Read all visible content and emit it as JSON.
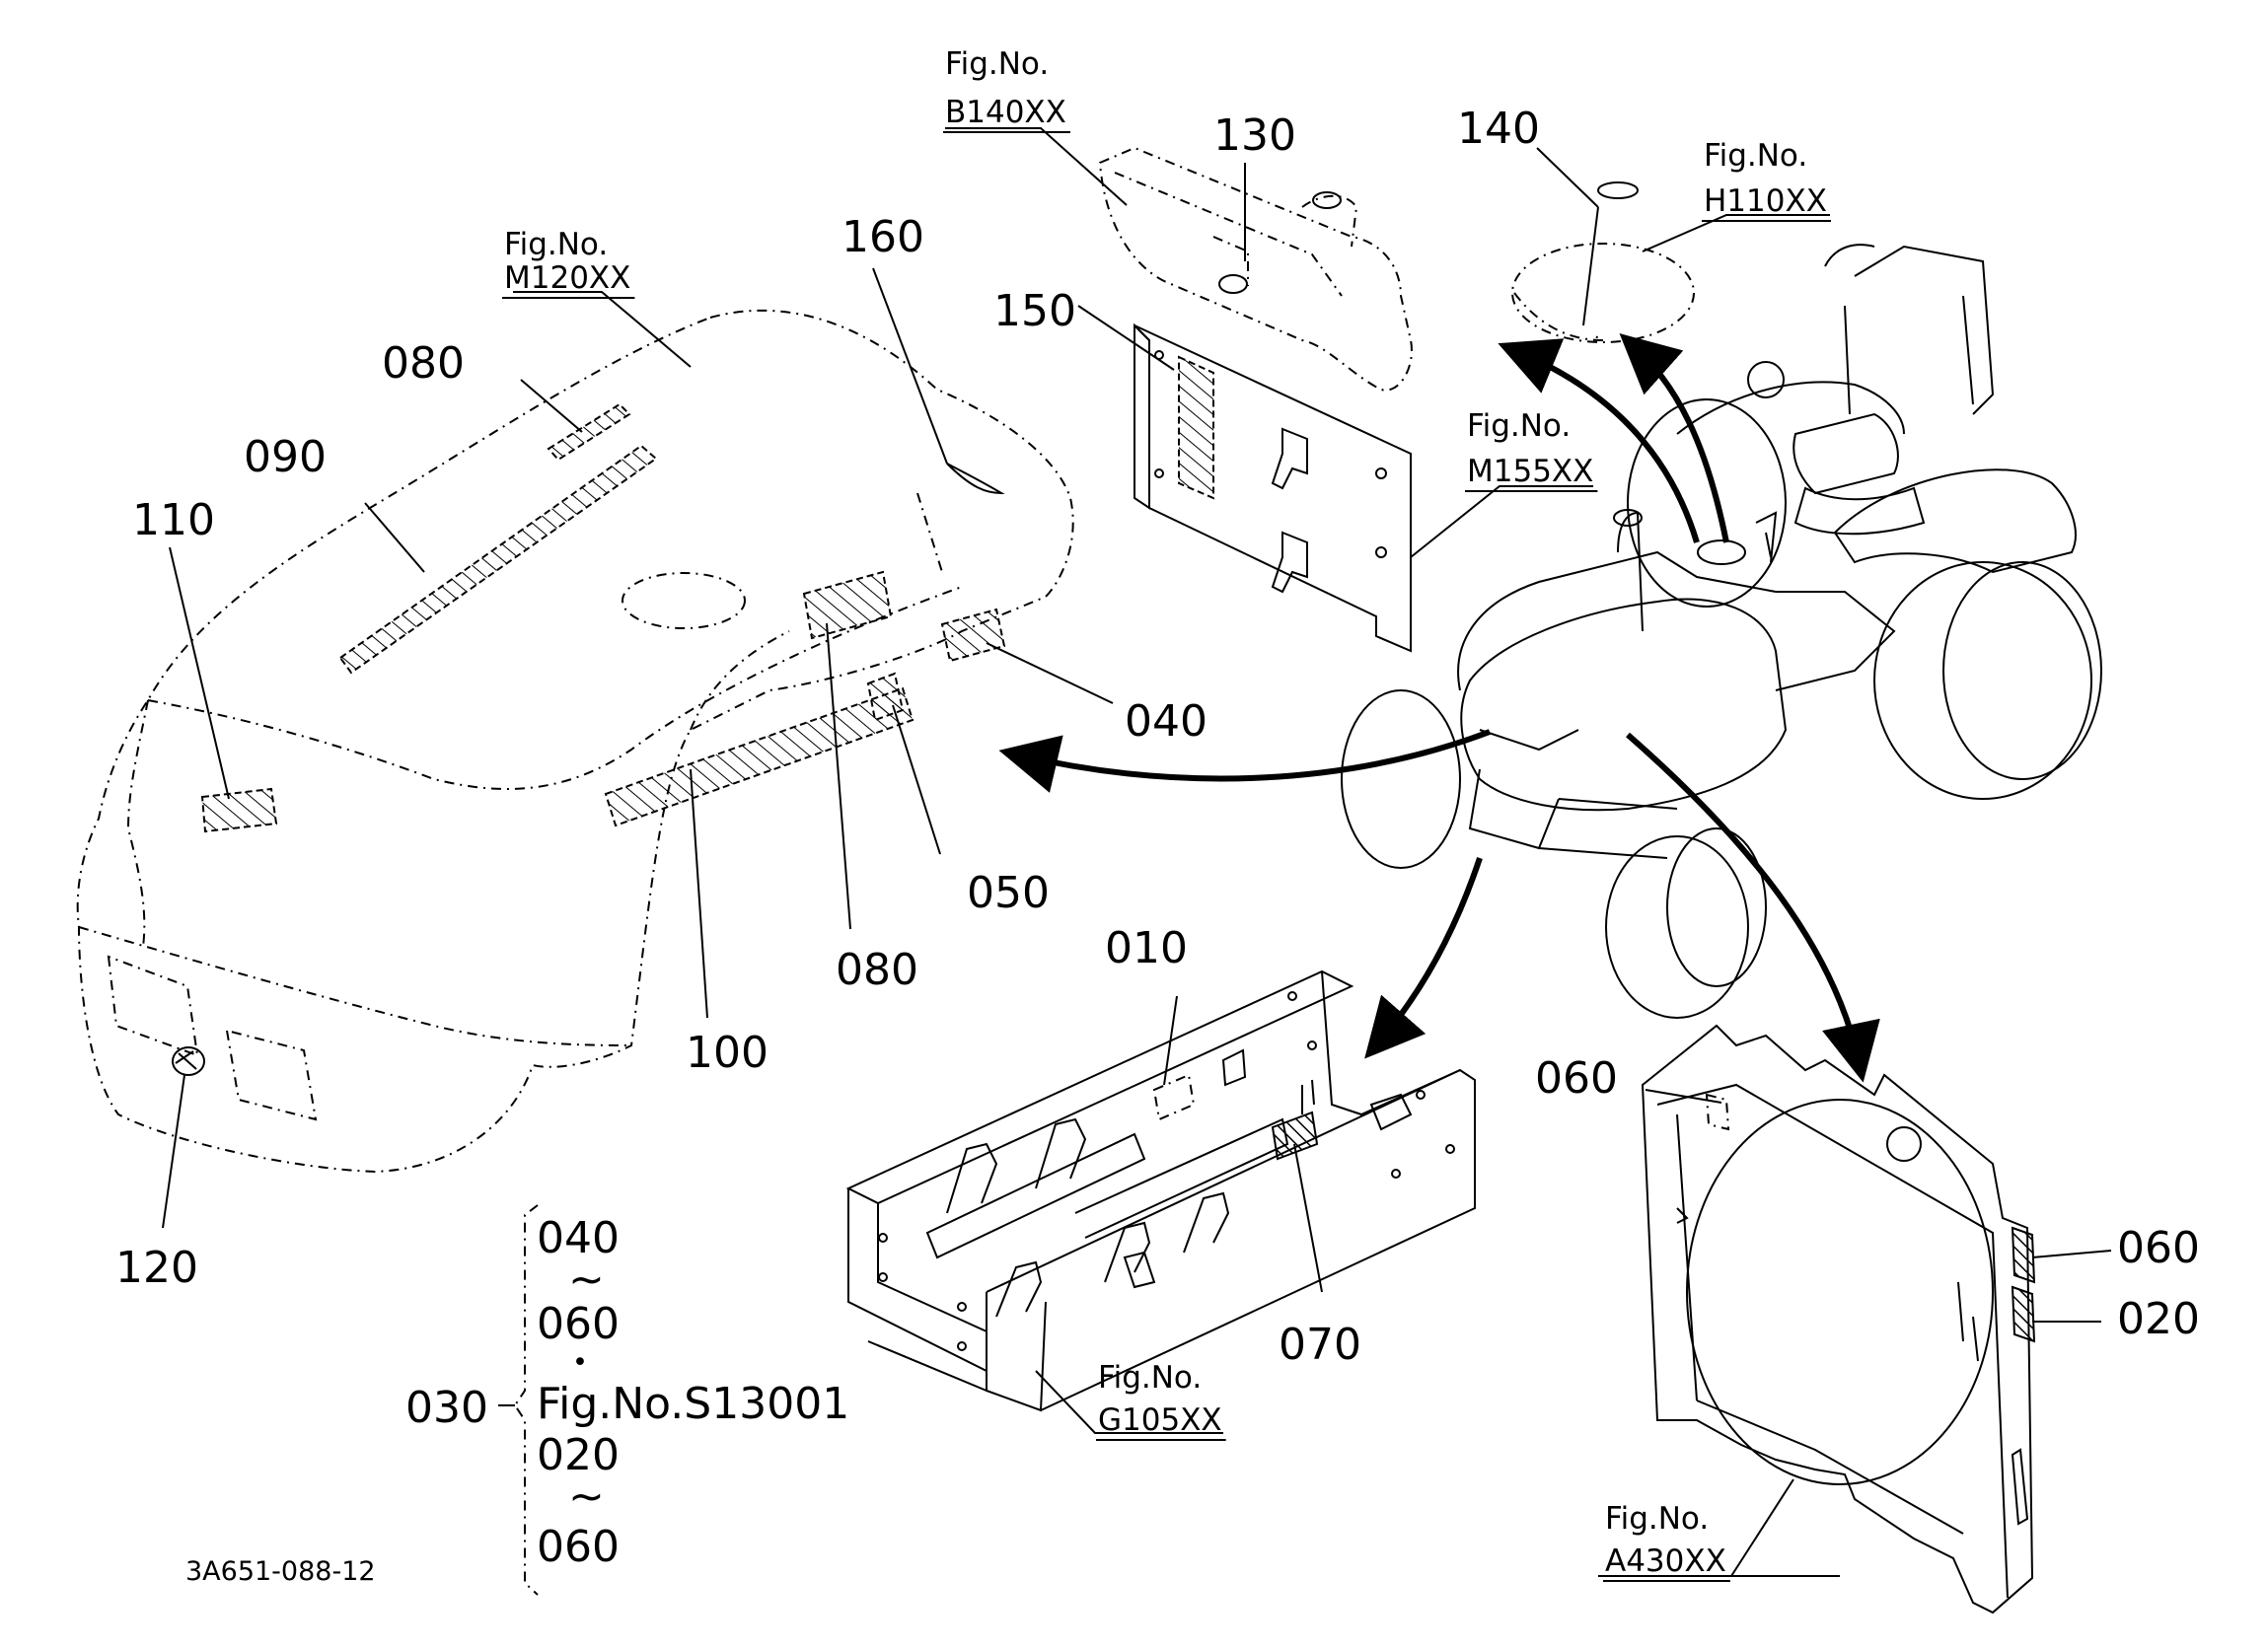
{
  "callouts": {
    "n010": "010",
    "n020": "020",
    "n040": "040",
    "n050": "050",
    "n060a": "060",
    "n060b": "060",
    "n070": "070",
    "n080a": "080",
    "n080b": "080",
    "n090": "090",
    "n100": "100",
    "n110": "110",
    "n120": "120",
    "n130": "130",
    "n140": "140",
    "n150": "150",
    "n160": "160"
  },
  "fig_refs": {
    "fig_label": "Fig.No.",
    "m120": "M120XX",
    "b140": "B140XX",
    "h110": "H110XX",
    "m155": "M155XX",
    "g105": "G105XX",
    "a430": "A430XX"
  },
  "kit": {
    "label": "030",
    "line1": "040",
    "tilde1": "~",
    "line2": "060",
    "dot": "•",
    "line3": "Fig.No.S13001",
    "line4": "020",
    "tilde2": "~",
    "line5": "060"
  },
  "drawing_code": "3A651-088-12"
}
